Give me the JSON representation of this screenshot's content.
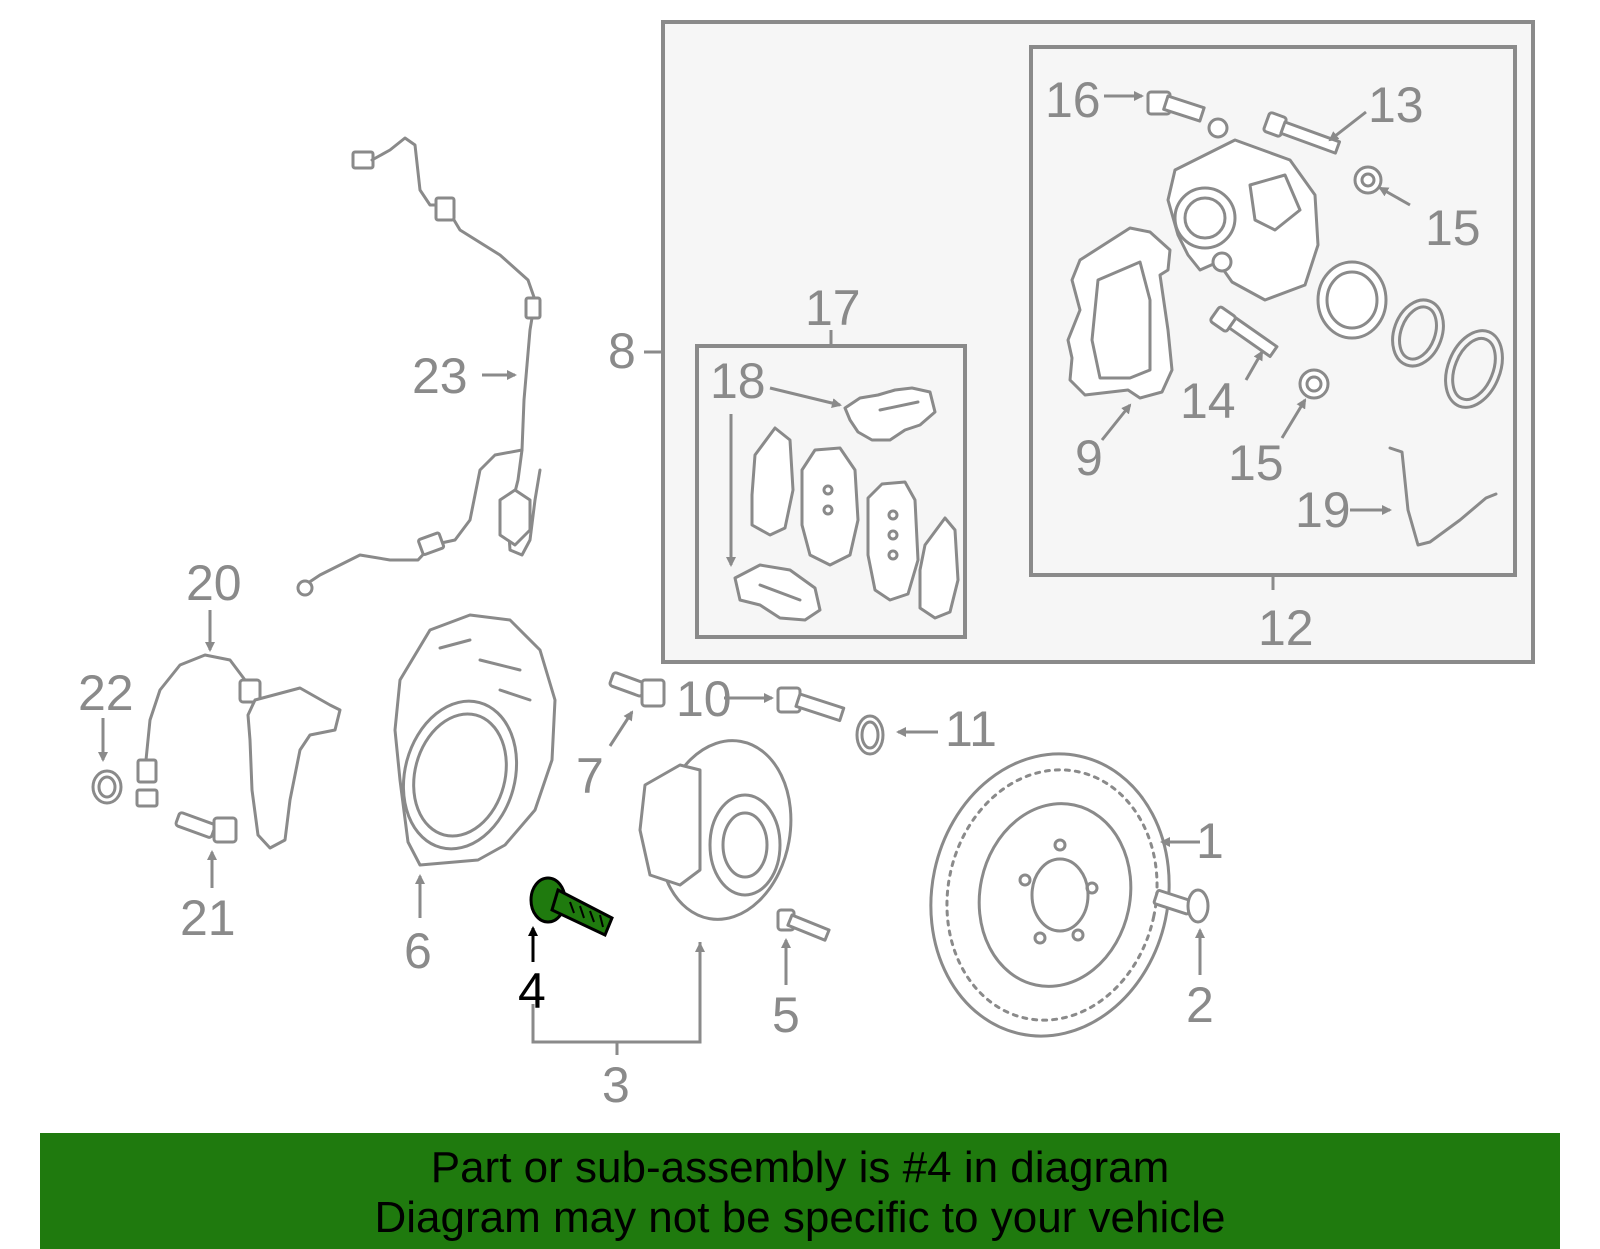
{
  "diagram": {
    "highlight_color": "#1f7a0e",
    "labels": {
      "p1": "1",
      "p2": "2",
      "p3": "3",
      "p4": "4",
      "p5": "5",
      "p6": "6",
      "p7": "7",
      "p8": "8",
      "p9": "9",
      "p10": "10",
      "p11": "11",
      "p12": "12",
      "p13": "13",
      "p14": "14",
      "p15a": "15",
      "p15b": "15",
      "p16": "16",
      "p17": "17",
      "p18": "18",
      "p19": "19",
      "p20": "20",
      "p21": "21",
      "p22": "22",
      "p23": "23"
    }
  },
  "banner": {
    "line1": "Part or sub-assembly is #4 in diagram",
    "line2": "Diagram may not be specific to your vehicle",
    "background": "#1f7a0e"
  }
}
